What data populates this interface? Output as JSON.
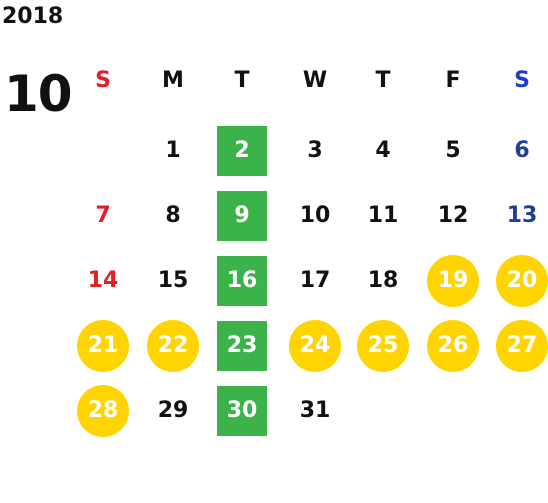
{
  "calendar": {
    "year": "2018",
    "month": "10",
    "weekdays": [
      {
        "label": "S",
        "color": "#e31e24"
      },
      {
        "label": "M",
        "color": "#111111"
      },
      {
        "label": "T",
        "color": "#111111"
      },
      {
        "label": "W",
        "color": "#111111"
      },
      {
        "label": "T",
        "color": "#111111"
      },
      {
        "label": "F",
        "color": "#111111"
      },
      {
        "label": "S",
        "color": "#1a3ccf"
      }
    ],
    "days": [
      {
        "label": "1",
        "weekday": 1,
        "week": 0,
        "color": "#111111",
        "highlight": "none"
      },
      {
        "label": "2",
        "weekday": 2,
        "week": 0,
        "color": "#111111",
        "highlight": "square"
      },
      {
        "label": "3",
        "weekday": 3,
        "week": 0,
        "color": "#111111",
        "highlight": "none"
      },
      {
        "label": "4",
        "weekday": 4,
        "week": 0,
        "color": "#111111",
        "highlight": "none"
      },
      {
        "label": "5",
        "weekday": 5,
        "week": 0,
        "color": "#111111",
        "highlight": "none"
      },
      {
        "label": "6",
        "weekday": 6,
        "week": 0,
        "color": "#1f3f99",
        "highlight": "none"
      },
      {
        "label": "7",
        "weekday": 0,
        "week": 1,
        "color": "#e31e24",
        "highlight": "none"
      },
      {
        "label": "8",
        "weekday": 1,
        "week": 1,
        "color": "#111111",
        "highlight": "none"
      },
      {
        "label": "9",
        "weekday": 2,
        "week": 1,
        "color": "#111111",
        "highlight": "square"
      },
      {
        "label": "10",
        "weekday": 3,
        "week": 1,
        "color": "#111111",
        "highlight": "none"
      },
      {
        "label": "11",
        "weekday": 4,
        "week": 1,
        "color": "#111111",
        "highlight": "none"
      },
      {
        "label": "12",
        "weekday": 5,
        "week": 1,
        "color": "#111111",
        "highlight": "none"
      },
      {
        "label": "13",
        "weekday": 6,
        "week": 1,
        "color": "#1f3f99",
        "highlight": "none"
      },
      {
        "label": "14",
        "weekday": 0,
        "week": 2,
        "color": "#e31e24",
        "highlight": "none"
      },
      {
        "label": "15",
        "weekday": 1,
        "week": 2,
        "color": "#111111",
        "highlight": "none"
      },
      {
        "label": "16",
        "weekday": 2,
        "week": 2,
        "color": "#111111",
        "highlight": "square"
      },
      {
        "label": "17",
        "weekday": 3,
        "week": 2,
        "color": "#111111",
        "highlight": "none"
      },
      {
        "label": "18",
        "weekday": 4,
        "week": 2,
        "color": "#111111",
        "highlight": "none"
      },
      {
        "label": "19",
        "weekday": 5,
        "week": 2,
        "color": "#111111",
        "highlight": "circle"
      },
      {
        "label": "20",
        "weekday": 6,
        "week": 2,
        "color": "#111111",
        "highlight": "circle"
      },
      {
        "label": "21",
        "weekday": 0,
        "week": 3,
        "color": "#111111",
        "highlight": "circle"
      },
      {
        "label": "22",
        "weekday": 1,
        "week": 3,
        "color": "#111111",
        "highlight": "circle"
      },
      {
        "label": "23",
        "weekday": 2,
        "week": 3,
        "color": "#111111",
        "highlight": "square"
      },
      {
        "label": "24",
        "weekday": 3,
        "week": 3,
        "color": "#111111",
        "highlight": "circle"
      },
      {
        "label": "25",
        "weekday": 4,
        "week": 3,
        "color": "#111111",
        "highlight": "circle"
      },
      {
        "label": "26",
        "weekday": 5,
        "week": 3,
        "color": "#111111",
        "highlight": "circle"
      },
      {
        "label": "27",
        "weekday": 6,
        "week": 3,
        "color": "#111111",
        "highlight": "circle"
      },
      {
        "label": "28",
        "weekday": 0,
        "week": 4,
        "color": "#111111",
        "highlight": "circle"
      },
      {
        "label": "29",
        "weekday": 1,
        "week": 4,
        "color": "#111111",
        "highlight": "none"
      },
      {
        "label": "30",
        "weekday": 2,
        "week": 4,
        "color": "#111111",
        "highlight": "square"
      },
      {
        "label": "31",
        "weekday": 3,
        "week": 4,
        "color": "#111111",
        "highlight": "none"
      }
    ],
    "colors": {
      "square_fill": "#3cb34a",
      "circle_fill": "#ffd400",
      "highlight_text": "#ffffff"
    }
  }
}
